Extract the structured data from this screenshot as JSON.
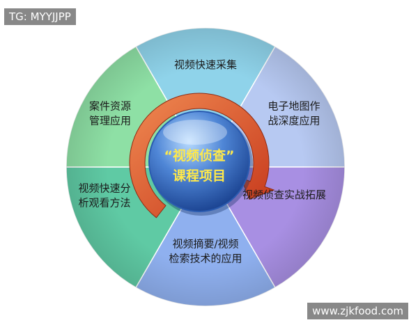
{
  "watermarks": {
    "top_left": "TG: MYYJJPP",
    "bottom_right": "www.zjkfood.com"
  },
  "diagram": {
    "center": {
      "line1": "“视频侦查”",
      "line2": "课程项目"
    },
    "segments": [
      {
        "lines": [
          "视频快速采集"
        ],
        "color": "#8fd3ea"
      },
      {
        "lines": [
          "电子地图作",
          "战深度应用"
        ],
        "color": "#b7c9f2"
      },
      {
        "lines": [
          "视频侦查实战拓展"
        ],
        "color": "#a88fe3"
      },
      {
        "lines": [
          "视频摘要/视频",
          "检索技术的应用"
        ],
        "color": "#8fb0ef"
      },
      {
        "lines": [
          "视频快速分",
          "析观看方法"
        ],
        "color": "#5fcaa4"
      },
      {
        "lines": [
          "案件资源",
          "管理应用"
        ],
        "color": "#8ee0a5"
      }
    ]
  }
}
